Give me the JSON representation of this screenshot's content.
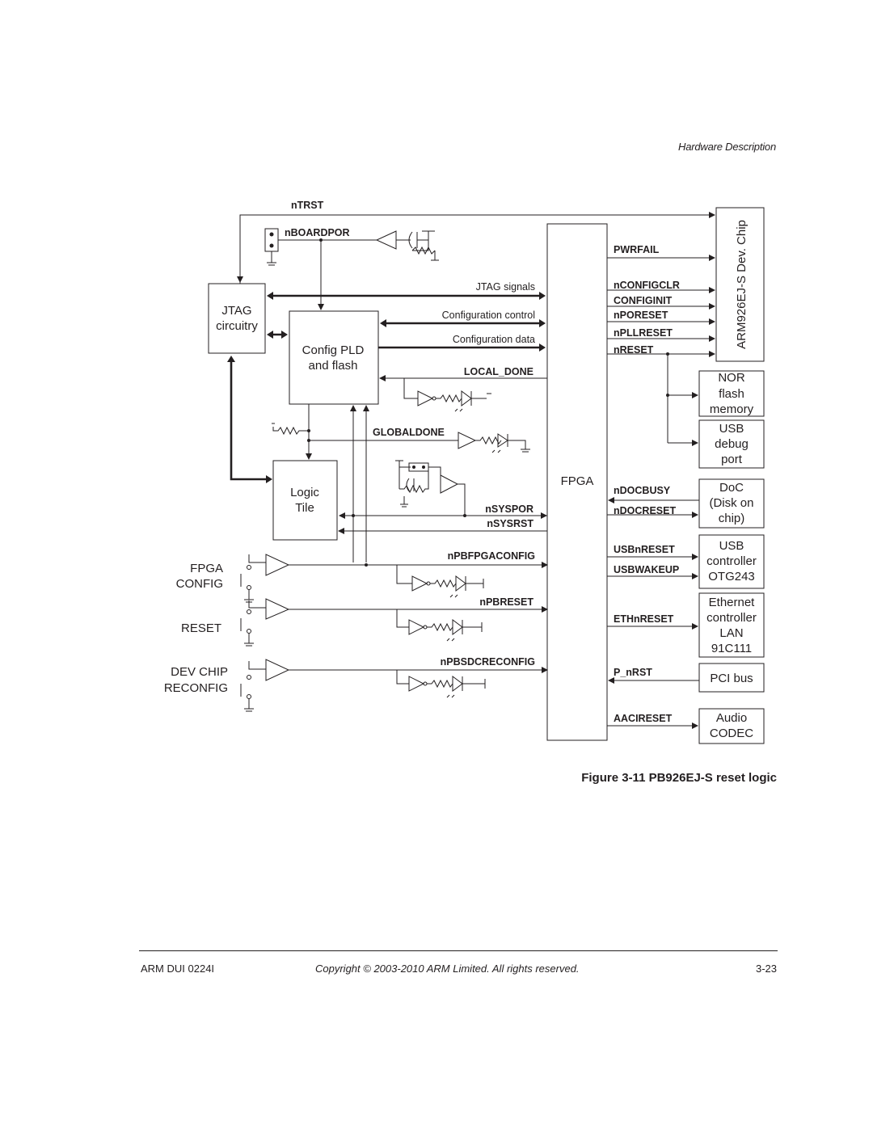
{
  "header": {
    "section": "Hardware Description"
  },
  "diagram": {
    "signals": {
      "ntrst": "nTRST",
      "nboardpor": "nBOARDPOR",
      "pwrfail": "PWRFAIL",
      "nconfigclr": "nCONFIGCLR",
      "configinit": "CONFIGINIT",
      "nporeset": "nPORESET",
      "npllreset": "nPLLRESET",
      "nreset": "nRESET",
      "local_done": "LOCAL_DONE",
      "globaldone": "GLOBALDONE",
      "nsyspor": "nSYSPOR",
      "nsysrst": "nSYSRST",
      "ndocbusy": "nDOCBUSY",
      "ndocreset": "nDOCRESET",
      "usbnreset": "USBnRESET",
      "usbwakeup": "USBWAKEUP",
      "ethnreset": "ETHnRESET",
      "p_nrst": "P_nRST",
      "aacireset": "AACIRESET",
      "npbfpgaconfig": "nPBFPGACONFIG",
      "npbreset": "nPBRESET",
      "npbsdcreconfig": "nPBSDCRECONFIG"
    },
    "buses": {
      "jtag_signals": "JTAG signals",
      "config_control": "Configuration control",
      "config_data": "Configuration data"
    },
    "blocks": {
      "jtag": [
        "JTAG",
        "circuitry"
      ],
      "config_pld": [
        "Config PLD",
        "and flash"
      ],
      "logic_tile": [
        "Logic",
        "Tile"
      ],
      "fpga": "FPGA",
      "arm_chip": "ARM926EJ-S Dev. Chip",
      "nor": [
        "NOR",
        "flash",
        "memory"
      ],
      "usb_debug": [
        "USB",
        "debug",
        "port"
      ],
      "doc": [
        "DoC",
        "(Disk on",
        "chip)"
      ],
      "usb_ctrl": [
        "USB",
        "controller",
        "OTG243"
      ],
      "ethernet": [
        "Ethernet",
        "controller",
        "LAN",
        "91C111"
      ],
      "pci": "PCI bus",
      "audio": [
        "Audio",
        "CODEC"
      ]
    },
    "switches": {
      "fpga_config": [
        "FPGA",
        "CONFIG"
      ],
      "reset": "RESET",
      "dev_chip_reconfig": [
        "DEV CHIP",
        "RECONFIG"
      ]
    }
  },
  "figure": {
    "caption": "Figure 3-11 PB926EJ-S reset logic"
  },
  "footer": {
    "doc_id": "ARM DUI 0224I",
    "copyright": "Copyright © 2003-2010 ARM Limited. All rights reserved.",
    "page": "3-23"
  }
}
